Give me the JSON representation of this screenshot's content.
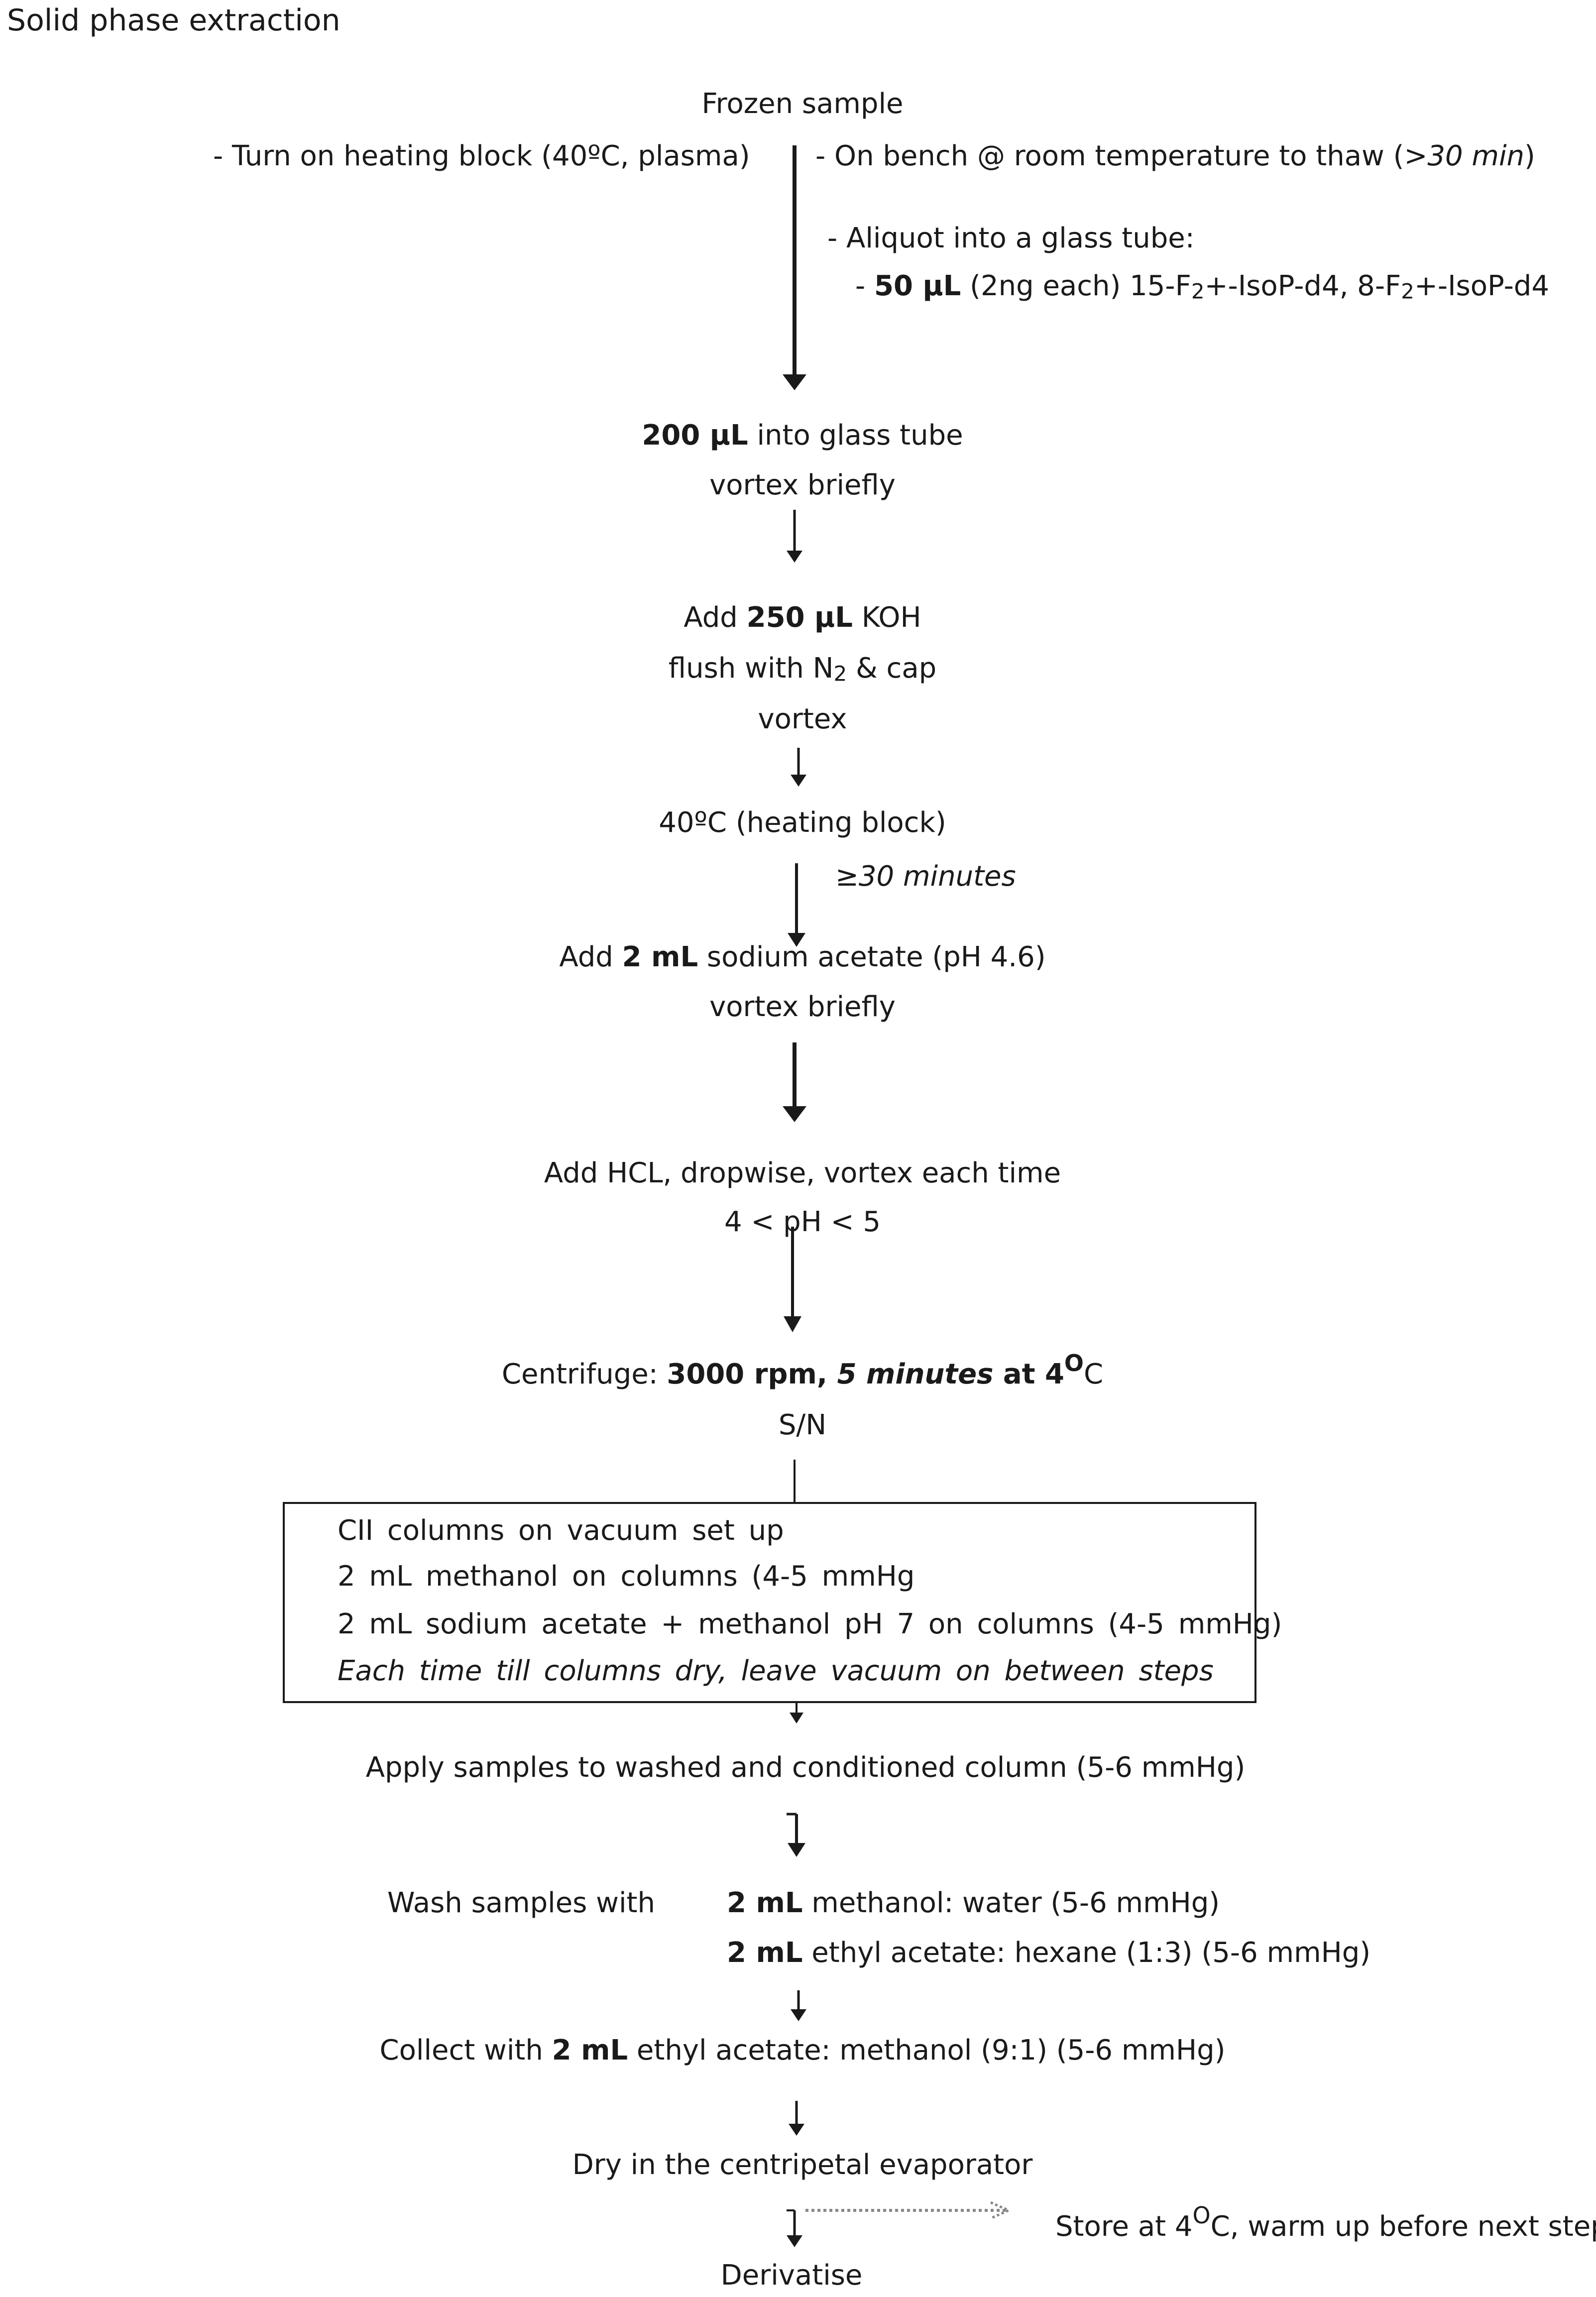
{
  "title": "Solid phase extraction",
  "start": {
    "label": "Frozen sample",
    "left_note": "- Turn on heating block (40ºC, plasma)",
    "right_note": {
      "prefix": "- On bench @ room temperature to thaw (>",
      "italic": "30 min",
      "suffix": ")"
    },
    "aliquot_note": "- Aliquot into a glass tube:",
    "standards_note": {
      "prefix": "- ",
      "amount": "50 μL",
      "text": " (2ng each) 15-F",
      "sub1": "2",
      "mid": "+-IsoP-d4, 8-F",
      "sub2": "2",
      "end": "+-IsoP-d4"
    }
  },
  "steps": {
    "s1": {
      "amount": "200 μL",
      "text": " into glass tube",
      "line2": "vortex briefly"
    },
    "s2": {
      "prefix": "Add ",
      "amount": "250 μL",
      "suffix": " KOH",
      "line2_prefix": "flush with N",
      "line2_sub": "2",
      "line2_suffix": " & cap",
      "line3": "vortex"
    },
    "s3": {
      "label": "40ºC (heating block)",
      "time_note": "≥30 minutes"
    },
    "s4": {
      "prefix": "Add ",
      "amount": "2 mL",
      "suffix": " sodium acetate (pH 4.6)",
      "line2": "vortex briefly"
    },
    "s5": {
      "line1": "Add HCL, dropwise, vortex each time",
      "line2": "4 < pH < 5"
    },
    "s6": {
      "prefix": "Centrifuge: ",
      "speed": "3000 rpm,",
      "time": " 5 minutes",
      "at": " at 4",
      "sup": "O",
      "unit": "C",
      "line2": "S/N"
    },
    "box": {
      "line1": "CII columns on vacuum set up",
      "line2": "2 mL methanol on columns (4-5 mmHg",
      "line3": "2 mL sodium acetate + methanol pH 7 on columns (4-5 mmHg)",
      "line4": "Each time till columns dry, leave vacuum on between steps"
    },
    "s7": {
      "label": "Apply samples to washed and conditioned column (5-6 mmHg)"
    },
    "s8": {
      "label": "Wash samples with",
      "w1_amount": "2 mL",
      "w1_text": " methanol: water (5-6 mmHg)",
      "w2_amount": "2 mL",
      "w2_text": " ethyl acetate: hexane (1:3) (5-6 mmHg)"
    },
    "s9": {
      "prefix": "Collect with ",
      "amount": "2 mL",
      "suffix": " ethyl acetate: methanol (9:1) (5-6 mmHg)"
    },
    "s10": {
      "label": "Dry in the centripetal evaporator"
    },
    "store": {
      "prefix": "Store at 4",
      "sup": "O",
      "suffix": "C, warm up before next step"
    },
    "s11": {
      "label": "Derivatise"
    }
  }
}
